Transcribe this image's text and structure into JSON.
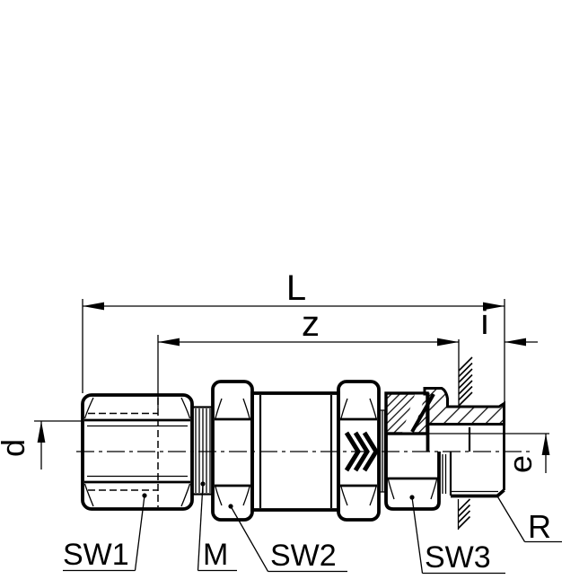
{
  "labels": {
    "dim_L": "L",
    "dim_z": "z",
    "dim_i": "i",
    "dim_d": "d",
    "dim_e": "e",
    "callout_sw1": "SW1",
    "callout_m": "M",
    "callout_sw2": "SW2",
    "callout_sw3": "SW3",
    "callout_r": "R"
  },
  "colors": {
    "line": "#000000",
    "background": "#ffffff"
  }
}
